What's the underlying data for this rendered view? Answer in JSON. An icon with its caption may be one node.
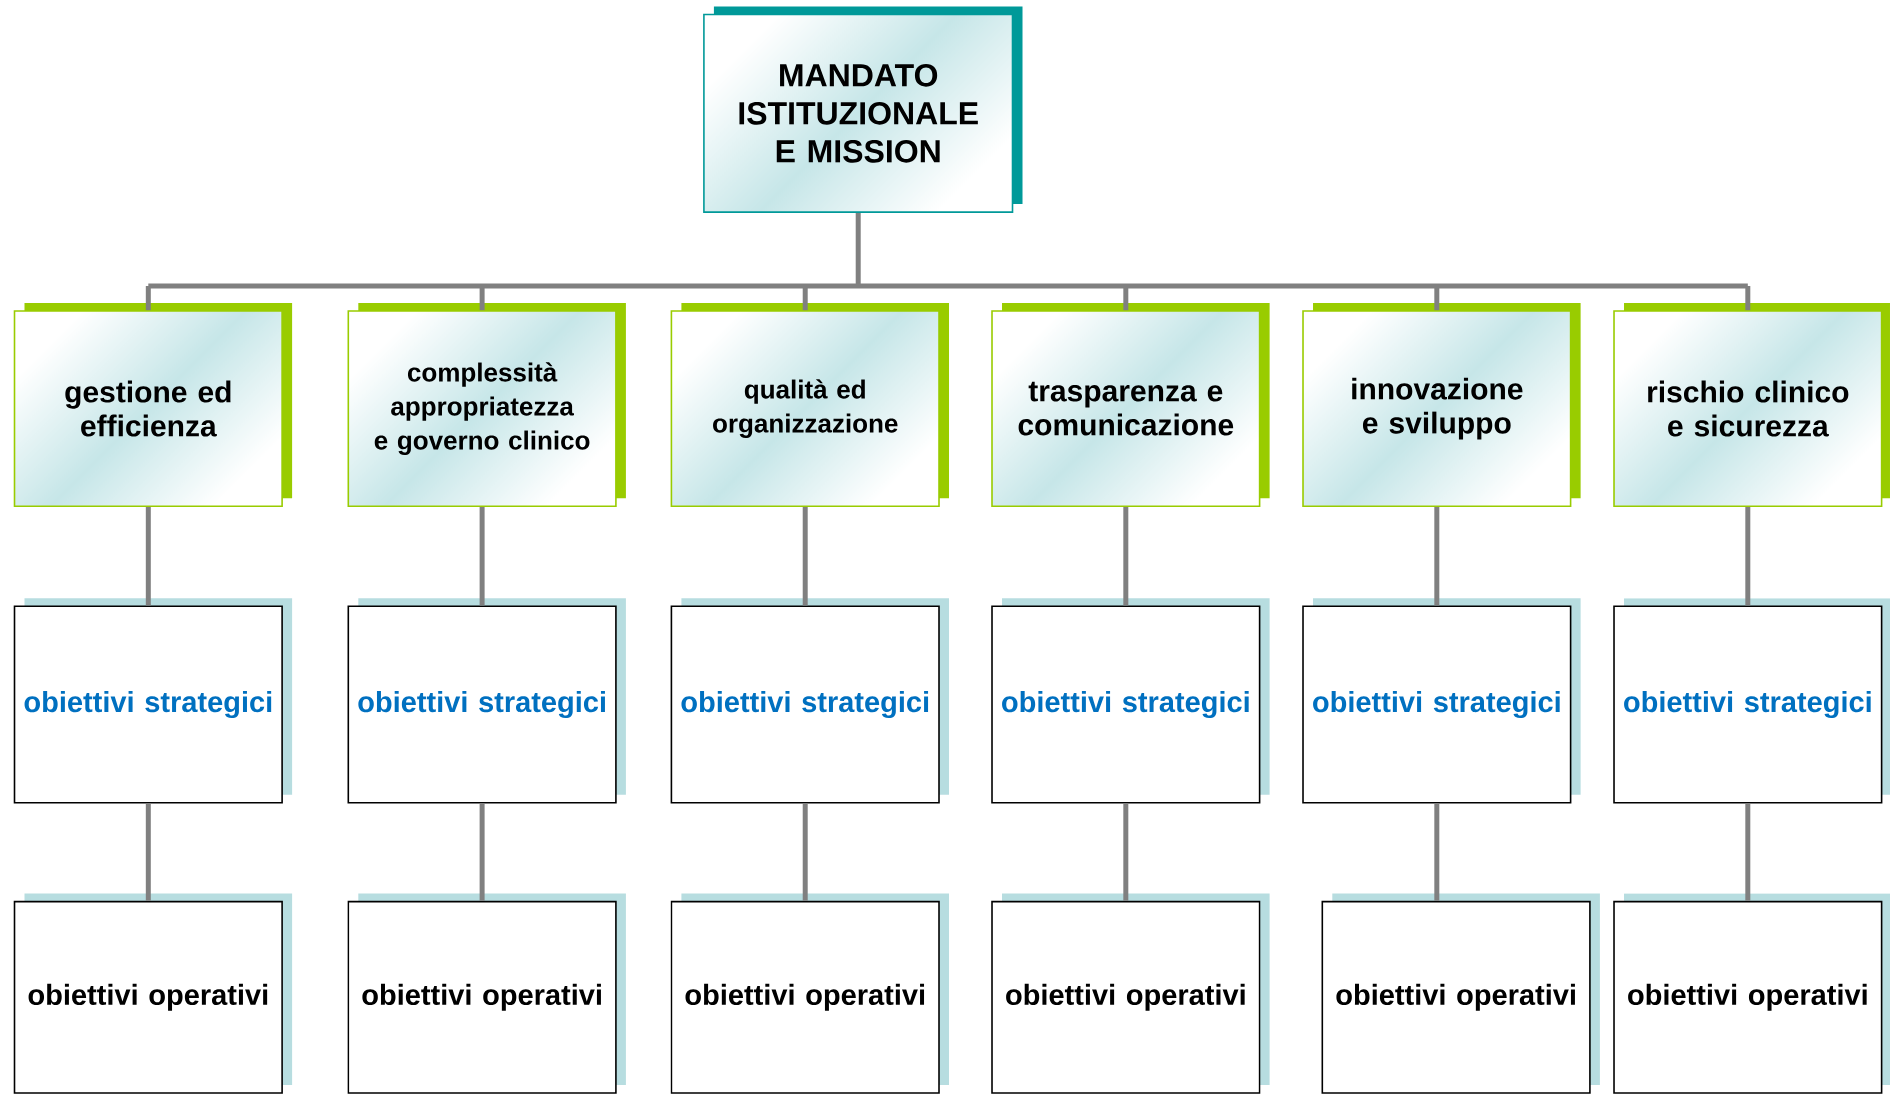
{
  "diagram": {
    "nodes": [
      {
        "text": [
          "MANDATO ISTITUZIONALE E MISSION"
        ]
      },
      {
        "text": [
          "gestione ed efficienza"
        ]
      },
      {
        "text": [
          "complessità appropriatezza e governo clinico"
        ]
      },
      {
        "text": [
          "qualità ed organizzazione"
        ]
      },
      {
        "text": [
          "trasparenza e comunicazione"
        ]
      },
      {
        "text": [
          "innovazione e sviluppo"
        ]
      },
      {
        "text": [
          "rischio clinico e sicurezza"
        ]
      },
      {
        "text": [
          "obiettivi strategici"
        ]
      },
      {
        "text": [
          "obiettivi strategici"
        ]
      },
      {
        "text": [
          "obiettivi strategici"
        ]
      },
      {
        "text": [
          "obiettivi strategici"
        ]
      },
      {
        "text": [
          "obiettivi strategici"
        ]
      },
      {
        "text": [
          "obiettivi strategici"
        ]
      },
      {
        "text": [
          "obiettivi operativi"
        ]
      },
      {
        "text": [
          "obiettivi operativi"
        ]
      },
      {
        "text": [
          "obiettivi operativi"
        ]
      },
      {
        "text": [
          "obiettivi operativi"
        ]
      },
      {
        "text": [
          "obiettivi operativi"
        ]
      },
      {
        "text": [
          "obiettivi operativi"
        ]
      }
    ],
    "edges": [
      {
        "from": 0,
        "to": 1,
        "arrow": "none"
      },
      {
        "from": 0,
        "to": 2,
        "arrow": "none"
      },
      {
        "from": 0,
        "to": 3,
        "arrow": "none"
      },
      {
        "from": 0,
        "to": 4,
        "arrow": "none"
      },
      {
        "from": 0,
        "to": 5,
        "arrow": "none"
      },
      {
        "from": 0,
        "to": 6,
        "arrow": "none"
      },
      {
        "from": 1,
        "to": 7,
        "arrow": "none"
      },
      {
        "from": 2,
        "to": 8,
        "arrow": "none"
      },
      {
        "from": 3,
        "to": 9,
        "arrow": "none"
      },
      {
        "from": 4,
        "to": 10,
        "arrow": "none"
      },
      {
        "from": 5,
        "to": 11,
        "arrow": "none"
      },
      {
        "from": 6,
        "to": 12,
        "arrow": "none"
      },
      {
        "from": 7,
        "to": 13,
        "arrow": "none"
      },
      {
        "from": 8,
        "to": 14,
        "arrow": "none"
      },
      {
        "from": 9,
        "to": 15,
        "arrow": "none"
      },
      {
        "from": 10,
        "to": 16,
        "arrow": "none"
      },
      {
        "from": 11,
        "to": 17,
        "arrow": "none"
      },
      {
        "from": 12,
        "to": 18,
        "arrow": "none"
      }
    ]
  }
}
